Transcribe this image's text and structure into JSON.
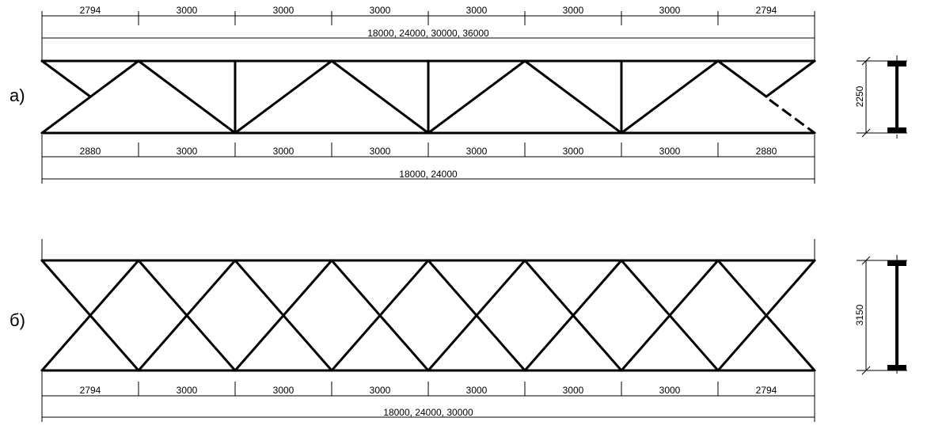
{
  "diagram_a": {
    "label": "а)",
    "top_segments": [
      "2794",
      "3000",
      "3000",
      "3000",
      "3000",
      "3000",
      "3000",
      "2794"
    ],
    "top_total": "18000, 24000, 30000, 36000",
    "bottom_segments": [
      "2880",
      "3000",
      "3000",
      "3000",
      "3000",
      "3000",
      "3000",
      "2880"
    ],
    "bottom_total": "18000, 24000",
    "height_label": "2250"
  },
  "diagram_b": {
    "label": "б)",
    "bottom_segments": [
      "2794",
      "3000",
      "3000",
      "3000",
      "3000",
      "3000",
      "3000",
      "2794"
    ],
    "bottom_total": "18000, 24000, 30000",
    "height_label": "3150"
  }
}
